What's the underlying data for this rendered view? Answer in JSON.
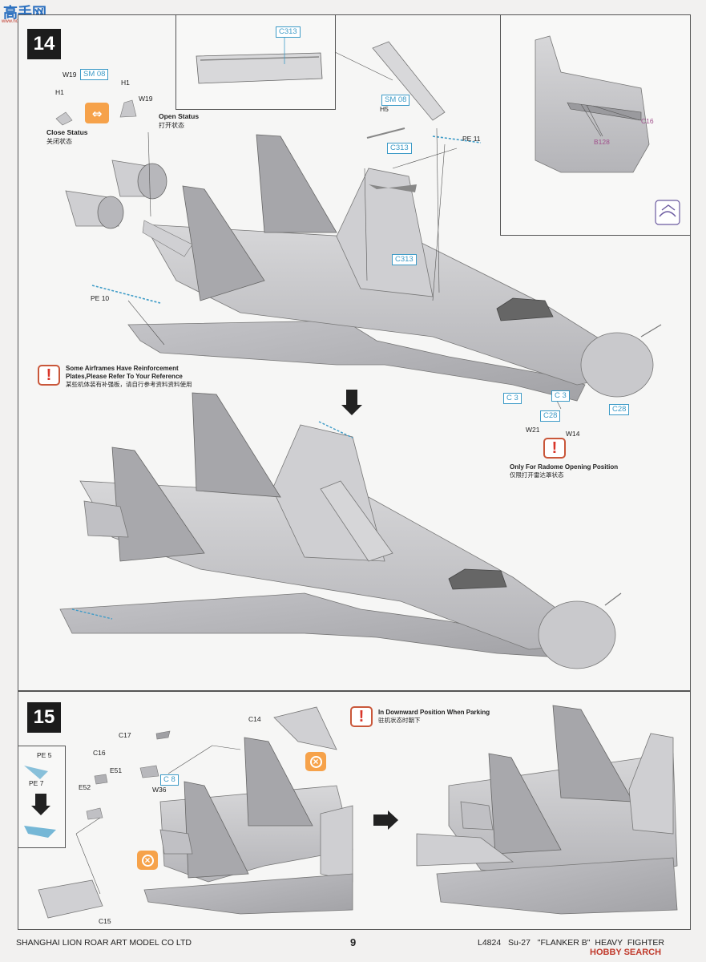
{
  "header": {
    "logo_text": "高手网",
    "logo_url_text": "www.hobby-shop.com.cn"
  },
  "step14": {
    "number": "14",
    "inset_top_label": "C313",
    "parts": {
      "w19_a": "W19",
      "sm08_a": "SM 08",
      "h1_a": "H1",
      "h1_b": "H1",
      "w19_b": "W19",
      "h5": "H5",
      "sm08_b": "SM 08",
      "c313_b": "C313",
      "pe11": "PE 11",
      "c313_c": "C313",
      "pe10": "PE 10",
      "c16": "C16",
      "b128": "B128",
      "c3_a": "C 3",
      "c3_b": "C 3",
      "c28_a": "C28",
      "c28_b": "C28",
      "w21": "W21",
      "w14": "W14"
    },
    "close_status": "Close Status",
    "close_status_cn": "关闭状态",
    "open_status": "Open Status",
    "open_status_cn": "打开状态",
    "note1_line1": "Some Airframes Have Reinforcement",
    "note1_line2": "Plates,Please Refer To Your Reference",
    "note1_cn": "某些机体装有补强板，请自行参考资料资料使用",
    "note2": "Only For Radome Opening Position",
    "note2_cn": "仅限打开雷达罩状态"
  },
  "step15": {
    "number": "15",
    "parts": {
      "pe5": "PE 5",
      "pe7": "PE 7",
      "c16": "C16",
      "c17": "C17",
      "c14": "C14",
      "e51": "E51",
      "c8": "C 8",
      "w36": "W36",
      "e52": "E52",
      "c15": "C15"
    },
    "note": "In Downward Position When Parking",
    "note_cn": "驻机状态时朝下"
  },
  "footer": {
    "company": "SHANGHAI LION ROAR ART MODEL CO LTD",
    "page_number": "9",
    "product": "L4824   Su-27   \"FLANKER B\"  HEAVY  FIGHTER",
    "watermark": "HOBBY SEARCH"
  },
  "colors": {
    "accent_blue": "#3d9bc7",
    "warning_red": "#d9362a",
    "orange": "#f6a24a",
    "step_black": "#1c1c1c"
  }
}
